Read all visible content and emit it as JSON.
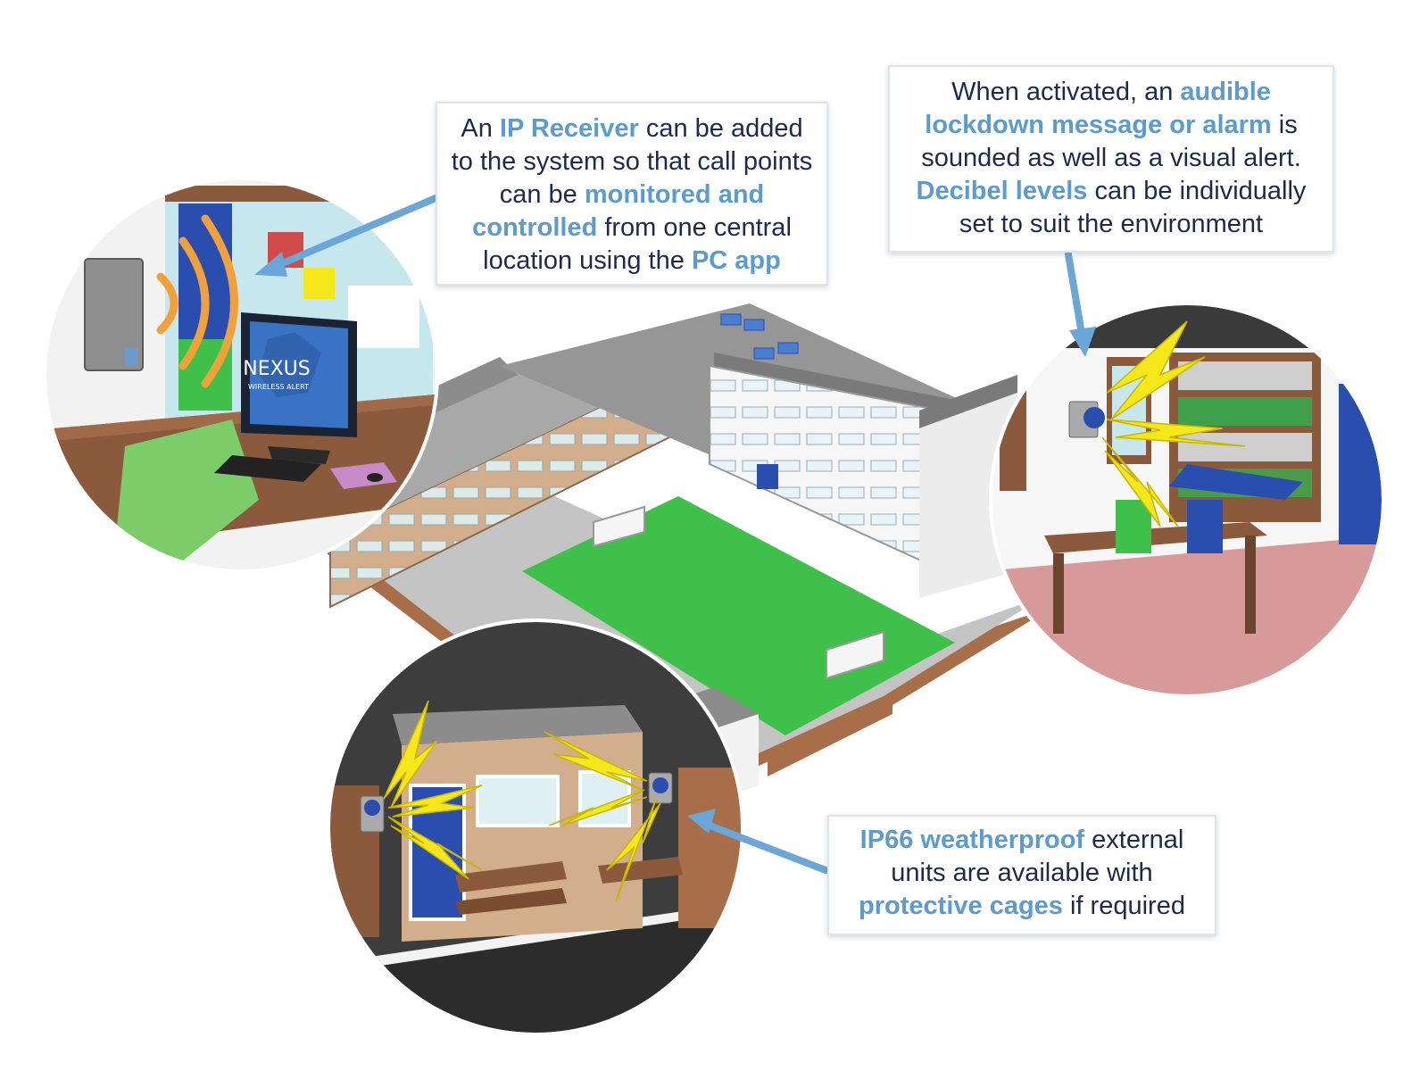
{
  "callouts": {
    "ip_receiver": {
      "parts": [
        {
          "text": "An ",
          "hl": false
        },
        {
          "text": "IP Receiver",
          "hl": true
        },
        {
          "text": " can be added to the system so that call points can be ",
          "hl": false
        },
        {
          "text": "monitored and controlled",
          "hl": true
        },
        {
          "text": " from one central location using the ",
          "hl": false
        },
        {
          "text": "PC app",
          "hl": true
        }
      ]
    },
    "alarm": {
      "parts": [
        {
          "text": "When activated, an ",
          "hl": false
        },
        {
          "text": "audible lockdown message or alarm",
          "hl": true
        },
        {
          "text": " is sounded as well as a visual alert. ",
          "hl": false
        },
        {
          "text": "Decibel levels",
          "hl": true
        },
        {
          "text": " can be individually set to suit the environment",
          "hl": false
        }
      ]
    },
    "ip66": {
      "parts": [
        {
          "text": "IP66 weatherproof",
          "hl": true
        },
        {
          "text": " external units are available with ",
          "hl": false
        },
        {
          "text": "protective cages",
          "hl": true
        },
        {
          "text": " if required",
          "hl": false
        }
      ]
    }
  },
  "logo": {
    "brand": "NEXUS",
    "tagline": "WIRELESS ALERT"
  },
  "colors": {
    "text": "#1c2a4d",
    "highlight": "#5b9bd0",
    "arrow": "#6aa6d8",
    "bolt": "#f5e71a",
    "field": "#3ec04a",
    "wall": "#d2ae8c",
    "roof": "#969696",
    "floor_pink": "#d89a98",
    "call_point": "#2a4db0"
  },
  "icons": [
    "wall-receiver-icon",
    "signal-wave-icon",
    "monitor-icon",
    "call-point-icon",
    "lightning-bolt-icon",
    "arrow-icon"
  ]
}
